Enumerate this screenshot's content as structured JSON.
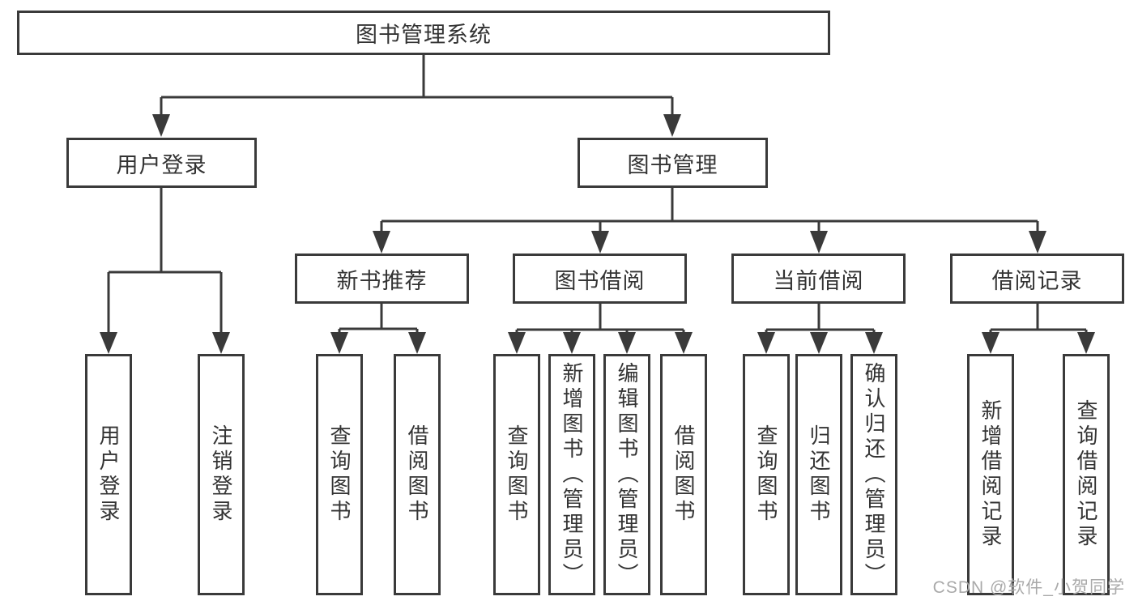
{
  "nodes": {
    "root": {
      "label": "图书管理系统"
    },
    "user_login": {
      "label": "用户登录"
    },
    "book_management": {
      "label": "图书管理"
    },
    "new_book_recommend": {
      "label": "新书推荐"
    },
    "book_borrow": {
      "label": "图书借阅"
    },
    "current_borrow": {
      "label": "当前借阅"
    },
    "borrow_records": {
      "label": "借阅记录"
    },
    "leaves": {
      "user_login": {
        "label": "用户登录"
      },
      "logout": {
        "label": "注销登录"
      },
      "nbr_query_books": {
        "label": "查询图书"
      },
      "nbr_borrow_books": {
        "label": "借阅图书"
      },
      "bb_query_books": {
        "label": "查询图书"
      },
      "bb_add_books": {
        "label": "新增图书（管理员）"
      },
      "bb_edit_books": {
        "label": "编辑图书（管理员）"
      },
      "bb_borrow_books": {
        "label": "借阅图书"
      },
      "cb_query_books": {
        "label": "查询图书"
      },
      "cb_return_books": {
        "label": "归还图书"
      },
      "cb_confirm_return": {
        "label": "确认归还（管理员）"
      },
      "br_add_record": {
        "label": "新增借阅记录"
      },
      "br_query_record": {
        "label": "查询借阅记录"
      }
    }
  },
  "hierarchy": {
    "图书管理系统": {
      "用户登录": [
        "用户登录",
        "注销登录"
      ],
      "图书管理": {
        "新书推荐": [
          "查询图书",
          "借阅图书"
        ],
        "图书借阅": [
          "查询图书",
          "新增图书（管理员）",
          "编辑图书（管理员）",
          "借阅图书"
        ],
        "当前借阅": [
          "查询图书",
          "归还图书",
          "确认归还（管理员）"
        ],
        "借阅记录": [
          "新增借阅记录",
          "查询借阅记录"
        ]
      }
    }
  },
  "watermark": {
    "text": "CSDN @软件_小贺同学"
  },
  "colors": {
    "line": "#3a3a3a",
    "text": "#333333",
    "watermark": "#a9a9a9",
    "bg": "#ffffff"
  }
}
